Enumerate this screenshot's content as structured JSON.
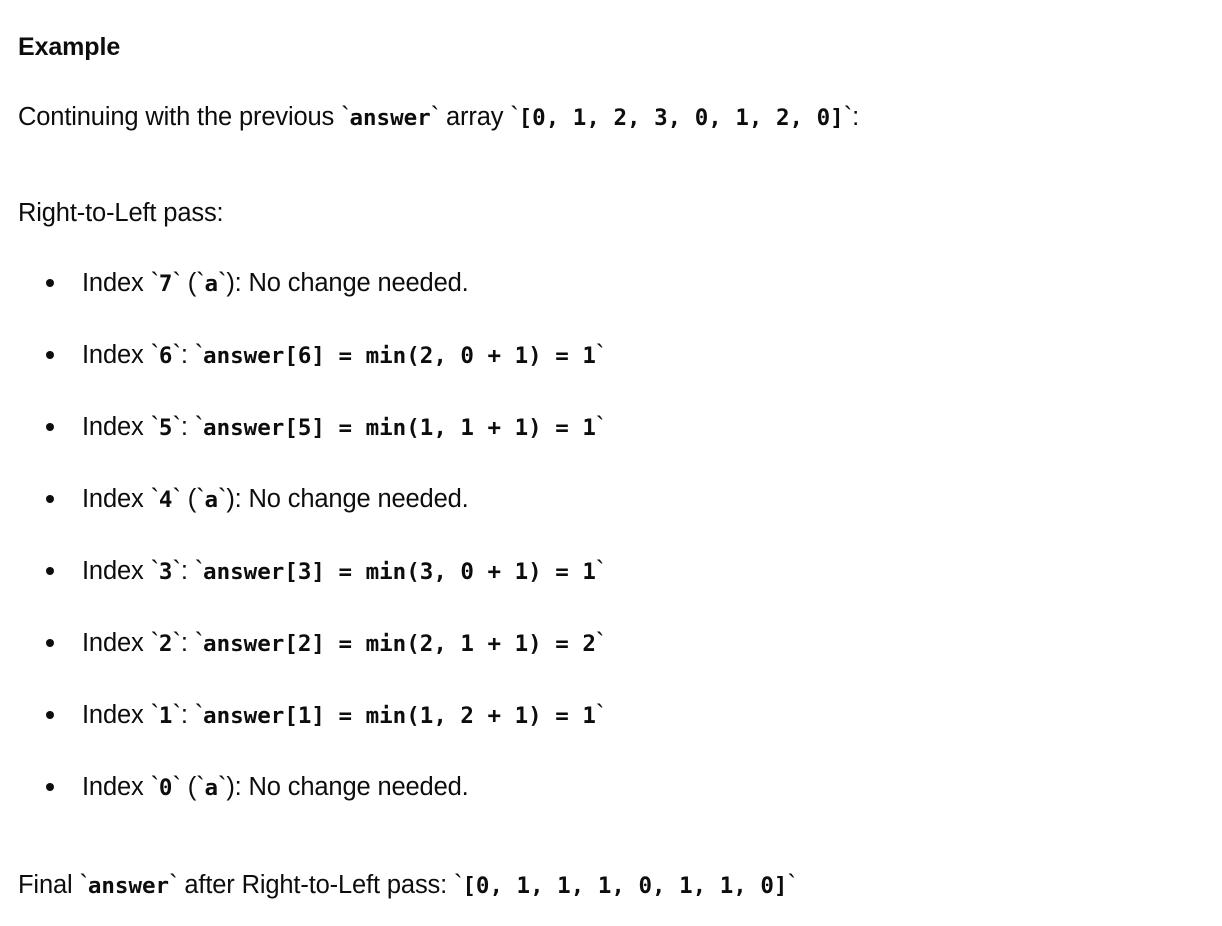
{
  "document": {
    "heading": "Example",
    "intro": {
      "prefix": "Continuing with the previous ",
      "code_answer": "answer",
      "middle": " array ",
      "code_array": "[0, 1, 2, 3, 0, 1, 2, 0]",
      "suffix": ":"
    },
    "pass_label": "Right-to-Left pass:",
    "bullets": [
      {
        "lead": "Index ",
        "index_code": "7",
        "mid": " (",
        "var_code": "a",
        "tail": "): No change needed.",
        "expr_code": ""
      },
      {
        "lead": "Index ",
        "index_code": "6",
        "mid": ": ",
        "var_code": "",
        "tail": "",
        "expr_code": "answer[6] = min(2, 0 + 1) = 1"
      },
      {
        "lead": "Index ",
        "index_code": "5",
        "mid": ": ",
        "var_code": "",
        "tail": "",
        "expr_code": "answer[5] = min(1, 1 + 1) = 1"
      },
      {
        "lead": "Index ",
        "index_code": "4",
        "mid": " (",
        "var_code": "a",
        "tail": "): No change needed.",
        "expr_code": ""
      },
      {
        "lead": "Index ",
        "index_code": "3",
        "mid": ": ",
        "var_code": "",
        "tail": "",
        "expr_code": "answer[3] = min(3, 0 + 1) = 1"
      },
      {
        "lead": "Index ",
        "index_code": "2",
        "mid": ": ",
        "var_code": "",
        "tail": "",
        "expr_code": "answer[2] = min(2, 1 + 1) = 2"
      },
      {
        "lead": "Index ",
        "index_code": "1",
        "mid": ": ",
        "var_code": "",
        "tail": "",
        "expr_code": "answer[1] = min(1, 2 + 1) = 1"
      },
      {
        "lead": "Index ",
        "index_code": "0",
        "mid": " (",
        "var_code": "a",
        "tail": "): No change needed.",
        "expr_code": ""
      }
    ],
    "final": {
      "prefix": "Final ",
      "code_answer": "answer",
      "middle": " after Right-to-Left pass: ",
      "code_array": "[0, 1, 1, 1, 0, 1, 1, 0]",
      "suffix": ""
    },
    "backtick": "`",
    "colors": {
      "background": "#ffffff",
      "text": "#0d0d0d"
    }
  }
}
